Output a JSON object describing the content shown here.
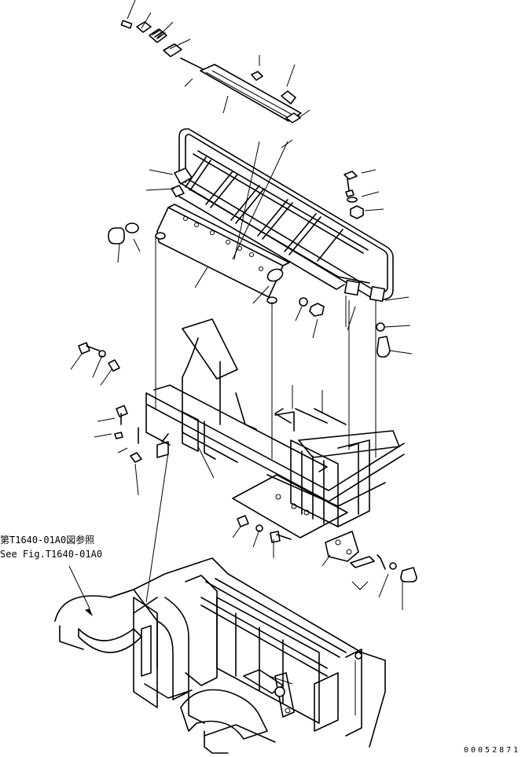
{
  "reference_note": {
    "line1": "第T1640-01A0図参照",
    "line2": "See Fig.T1640-01A0"
  },
  "document_number": "00052871"
}
